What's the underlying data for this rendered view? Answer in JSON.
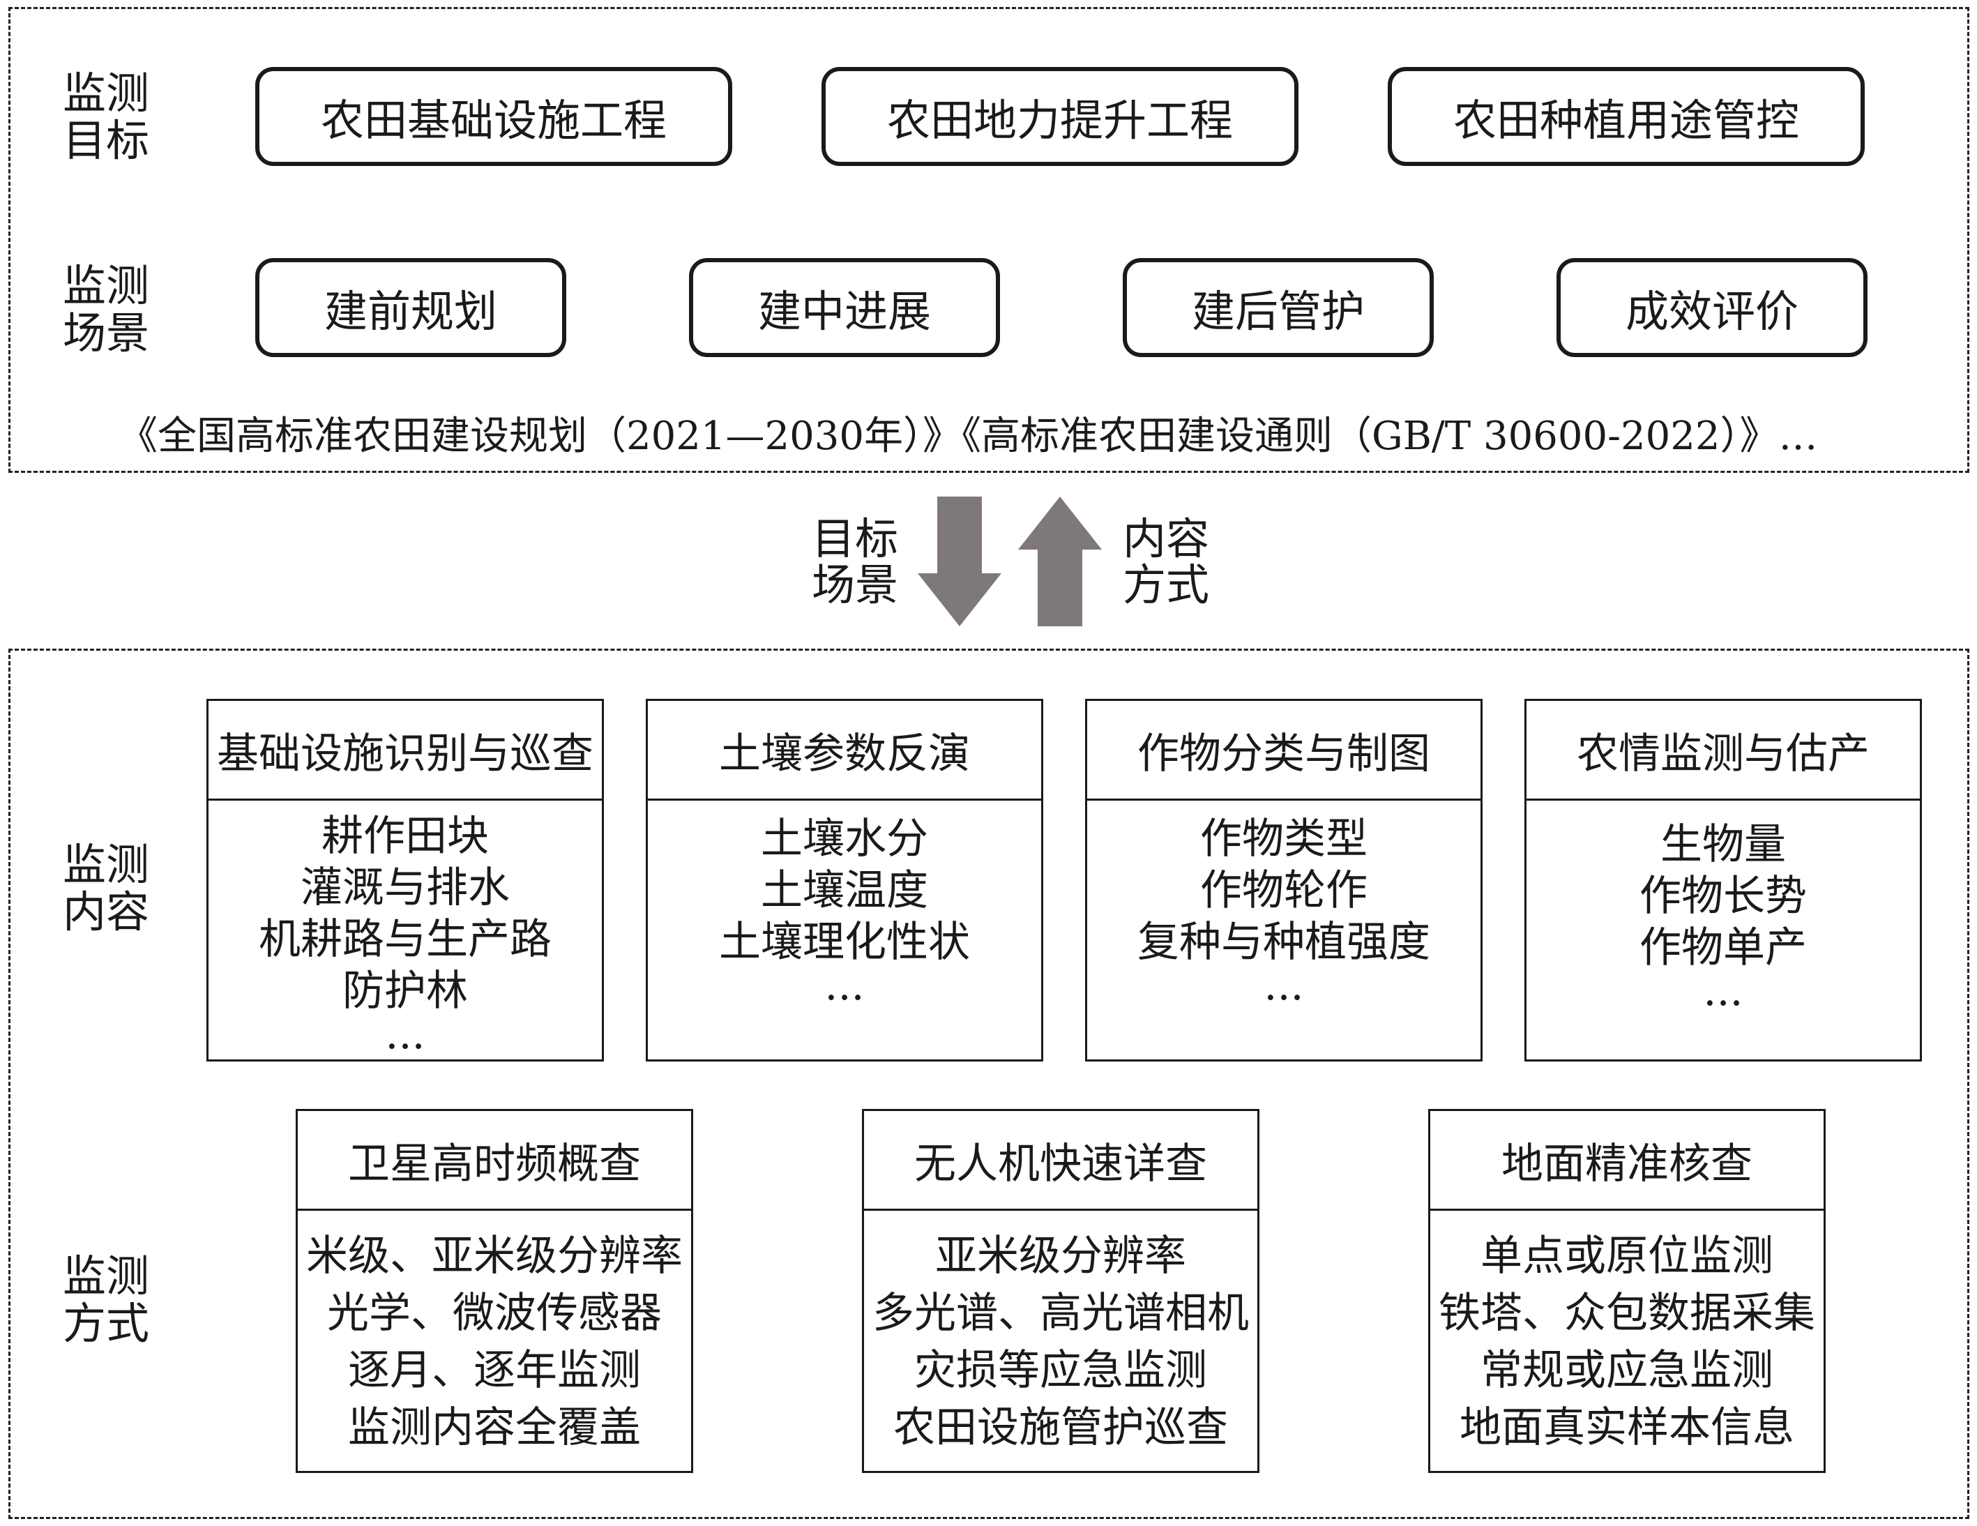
{
  "top_section": {
    "target_label": [
      "监测",
      "目标"
    ],
    "targets": [
      "农田基础设施工程",
      "农田地力提升工程",
      "农田种植用途管控"
    ],
    "scene_label": [
      "监测",
      "场景"
    ],
    "scenes": [
      "建前规划",
      "建中进展",
      "建后管护",
      "成效评价"
    ],
    "references": "《全国高标准农田建设规划（2021—2030年）》《高标准农田建设通则（GB/T 30600-2022）》…"
  },
  "arrows": {
    "down_label": [
      "目标",
      "场景"
    ],
    "up_label": [
      "内容",
      "方式"
    ],
    "color": "#7f7878"
  },
  "bottom_section": {
    "content_label": [
      "监测",
      "内容"
    ],
    "contents": [
      {
        "title": "基础设施识别与巡查",
        "items": [
          "耕作田块",
          "灌溉与排水",
          "机耕路与生产路",
          "防护林",
          "..."
        ]
      },
      {
        "title": "土壤参数反演",
        "items": [
          "土壤水分",
          "土壤温度",
          "土壤理化性状",
          "..."
        ]
      },
      {
        "title": "作物分类与制图",
        "items": [
          "作物类型",
          "作物轮作",
          "复种与种植强度",
          "..."
        ]
      },
      {
        "title": "农情监测与估产",
        "items": [
          "生物量",
          "作物长势",
          "作物单产",
          "..."
        ]
      }
    ],
    "method_label": [
      "监测",
      "方式"
    ],
    "methods": [
      {
        "title": "卫星高时频概查",
        "items": [
          "米级、亚米级分辨率",
          "光学、微波传感器",
          "逐月、逐年监测",
          "监测内容全覆盖"
        ]
      },
      {
        "title": "无人机快速详查",
        "items": [
          "亚米级分辨率",
          "多光谱、高光谱相机",
          "灾损等应急监测",
          "农田设施管护巡查"
        ]
      },
      {
        "title": "地面精准核查",
        "items": [
          "单点或原位监测",
          "铁塔、众包数据采集",
          "常规或应急监测",
          "地面真实样本信息"
        ]
      }
    ]
  }
}
